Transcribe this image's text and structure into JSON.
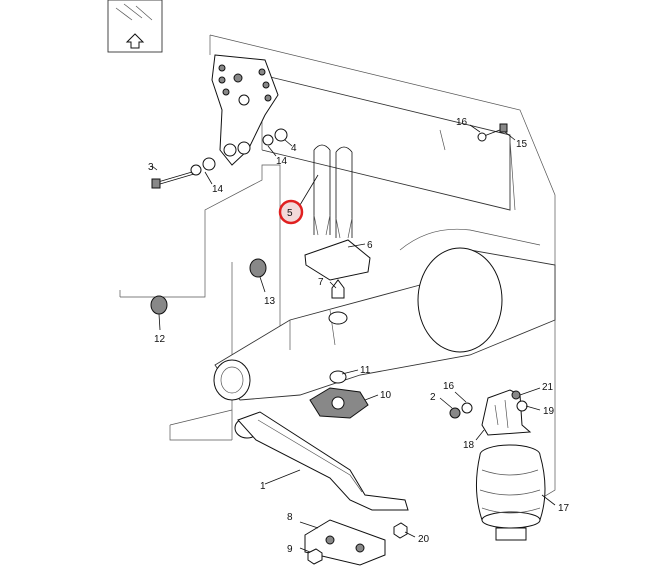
{
  "callouts": [
    {
      "id": "c1",
      "text": "1"
    },
    {
      "id": "c2",
      "text": "2"
    },
    {
      "id": "c3",
      "text": "3"
    },
    {
      "id": "c4",
      "text": "4"
    },
    {
      "id": "c5",
      "text": "5"
    },
    {
      "id": "c6",
      "text": "6"
    },
    {
      "id": "c7",
      "text": "7"
    },
    {
      "id": "c8",
      "text": "8"
    },
    {
      "id": "c9",
      "text": "9"
    },
    {
      "id": "c10",
      "text": "10"
    },
    {
      "id": "c11",
      "text": "11"
    },
    {
      "id": "c12",
      "text": "12"
    },
    {
      "id": "c13",
      "text": "13"
    },
    {
      "id": "c14a",
      "text": "14"
    },
    {
      "id": "c14b",
      "text": "14"
    },
    {
      "id": "c15",
      "text": "15"
    },
    {
      "id": "c16a",
      "text": "16"
    },
    {
      "id": "c16b",
      "text": "16"
    },
    {
      "id": "c17",
      "text": "17"
    },
    {
      "id": "c18",
      "text": "18"
    },
    {
      "id": "c19",
      "text": "19"
    },
    {
      "id": "c20",
      "text": "20"
    },
    {
      "id": "c21",
      "text": "21"
    }
  ],
  "highlight": {
    "callout": "5",
    "color": "#e02020"
  },
  "orientation_icon": "up-arrow-icon"
}
